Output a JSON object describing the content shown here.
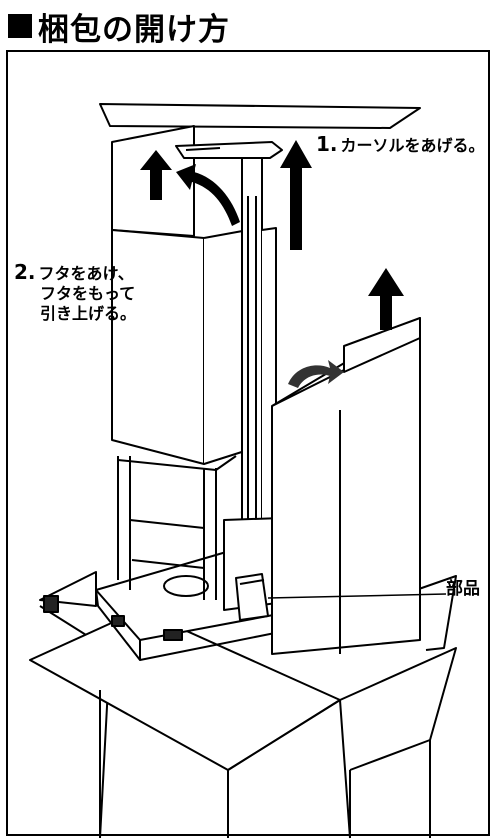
{
  "title": "梱包の開け方",
  "steps": [
    {
      "number": "1.",
      "text": "カーソルをあげる。"
    },
    {
      "number": "2.",
      "line1": "フタをあけ、",
      "line2": "フタをもって",
      "line3": "引き上げる。"
    }
  ],
  "callout": "部品"
}
